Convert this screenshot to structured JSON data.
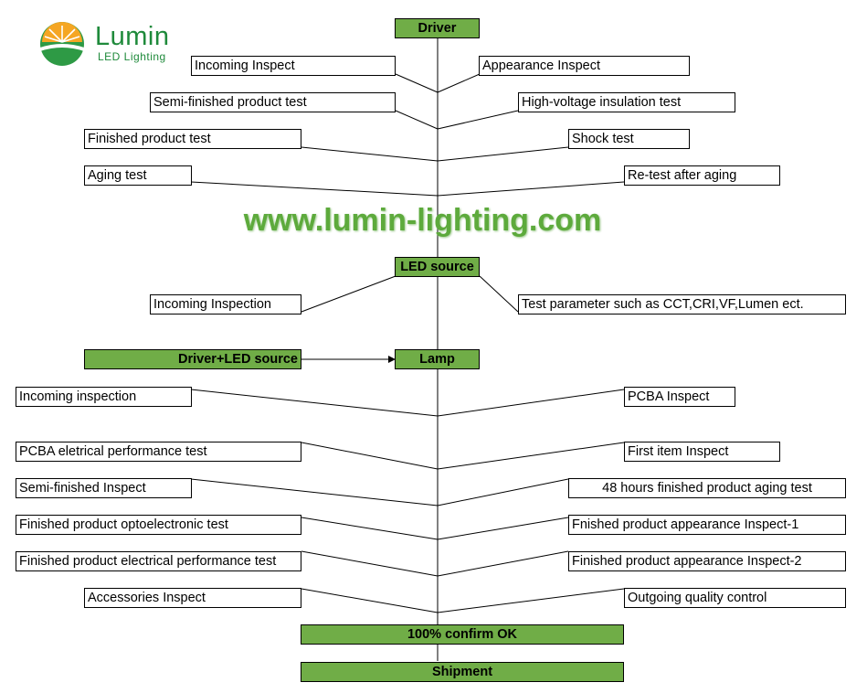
{
  "logo": {
    "name": "Lumin",
    "subtitle": "LED Lighting"
  },
  "website": "www.lumin-lighting.com",
  "nodes": {
    "driver": "Driver",
    "led_source": "LED source",
    "driver_led_source": "Driver+LED source",
    "lamp": "Lamp",
    "confirm": "100% confirm OK",
    "shipment": "Shipment"
  },
  "driver_steps": {
    "left": [
      "Incoming Inspect",
      "Semi-finished product test",
      "Finished product test",
      "Aging test"
    ],
    "right": [
      "Appearance Inspect",
      "High-voltage insulation test",
      "Shock test",
      "Re-test after aging"
    ]
  },
  "led_steps": {
    "left": [
      "Incoming Inspection"
    ],
    "right": [
      "Test parameter such as CCT,CRI,VF,Lumen ect."
    ]
  },
  "lamp_steps": {
    "left": [
      "Incoming inspection",
      "PCBA eletrical performance test",
      "Semi-finished Inspect",
      " Finished product optoelectronic test",
      "Finished product electrical performance test",
      "Accessories Inspect"
    ],
    "right": [
      "PCBA Inspect",
      "First item Inspect",
      "48 hours finished product aging test",
      "Fnished product appearance Inspect-1",
      "Finished product appearance Inspect-2",
      "Outgoing quality control"
    ]
  },
  "colors": {
    "node_fill": "#70ad47",
    "website": "#5daa3c",
    "logo": "#1f8a3b",
    "logo_sun": "#f5a623"
  }
}
